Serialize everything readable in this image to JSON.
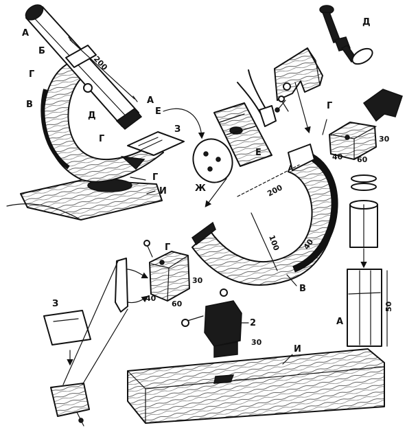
{
  "labels": {
    "A": "А",
    "B": "Б",
    "G": "Г",
    "V": "В",
    "D": "Д",
    "E": "Е",
    "Z": "З",
    "I": "И",
    "Zh": "Ж",
    "two": "2"
  },
  "dimensions": {
    "tube_length": "200",
    "arc_outer": "200",
    "arc_inner": "100",
    "arc_width": "40",
    "block_top_h": "30",
    "block_top_d": "40",
    "block_top_w": "60",
    "block_left_h": "30",
    "block_left_d": "40",
    "block_left_w": "60",
    "tube_height": "50",
    "holder_h": "30"
  }
}
